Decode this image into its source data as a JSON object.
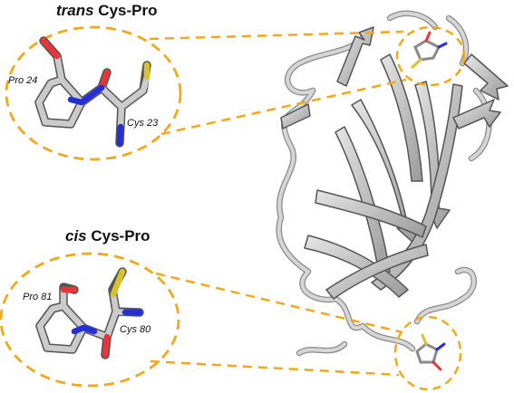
{
  "figure": {
    "top_panel": {
      "title_italic": "trans",
      "title_rest": " Cys-Pro",
      "label_proline": "Pro 24",
      "label_cysteine": "Cys 23"
    },
    "bottom_panel": {
      "title_italic": "cis",
      "title_rest": " Cys-Pro",
      "label_proline": "Pro 81",
      "label_cysteine": "Cys 80"
    },
    "colors": {
      "highlight_dash": "#f2a81d",
      "carbon": "#c8c8c8",
      "oxygen": "#e8353a",
      "nitrogen": "#2430d6",
      "sulfur": "#d8c32a",
      "protein_ribbon": "#b9b9b9",
      "protein_outline": "#555555"
    }
  }
}
